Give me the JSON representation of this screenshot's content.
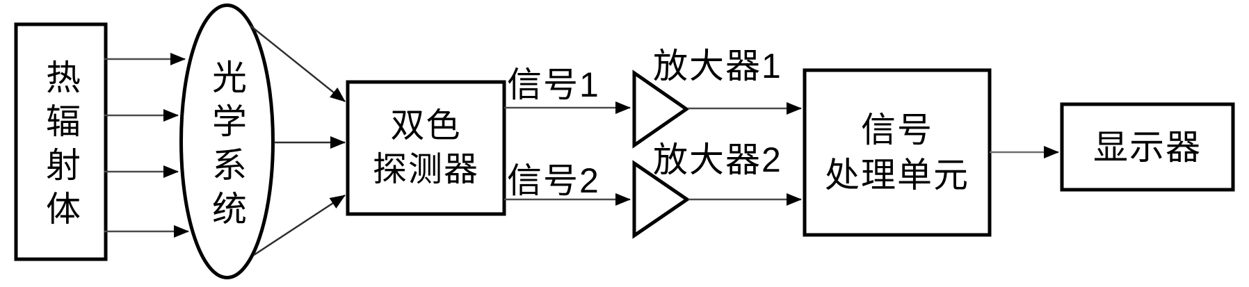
{
  "diagram": {
    "description": "dual-color pyrometer signal flow block diagram",
    "colors": {
      "background": "#ffffff",
      "shape_stroke": "#000000",
      "connector": "#4a4a4a",
      "arrowhead": "#000000",
      "text": "#000000"
    },
    "nodes": {
      "thermal_radiator": {
        "label": "热辐射体",
        "shape": "rectangle",
        "text_direction": "vertical"
      },
      "optical_system": {
        "label": "光学系统",
        "shape": "ellipse",
        "text_direction": "vertical"
      },
      "dual_color_detector": {
        "line1": "双色",
        "line2": "探测器",
        "shape": "rectangle"
      },
      "amplifier_1": {
        "label": "放大器1",
        "shape": "amplifier-triangle"
      },
      "amplifier_2": {
        "label": "放大器2",
        "shape": "amplifier-triangle"
      },
      "signal_processing_unit": {
        "line1": "信号",
        "line2": "处理单元",
        "shape": "rectangle"
      },
      "display": {
        "label": "显示器",
        "shape": "rectangle"
      }
    },
    "edge_labels": {
      "signal_1": "信号1",
      "signal_2": "信号2"
    }
  }
}
